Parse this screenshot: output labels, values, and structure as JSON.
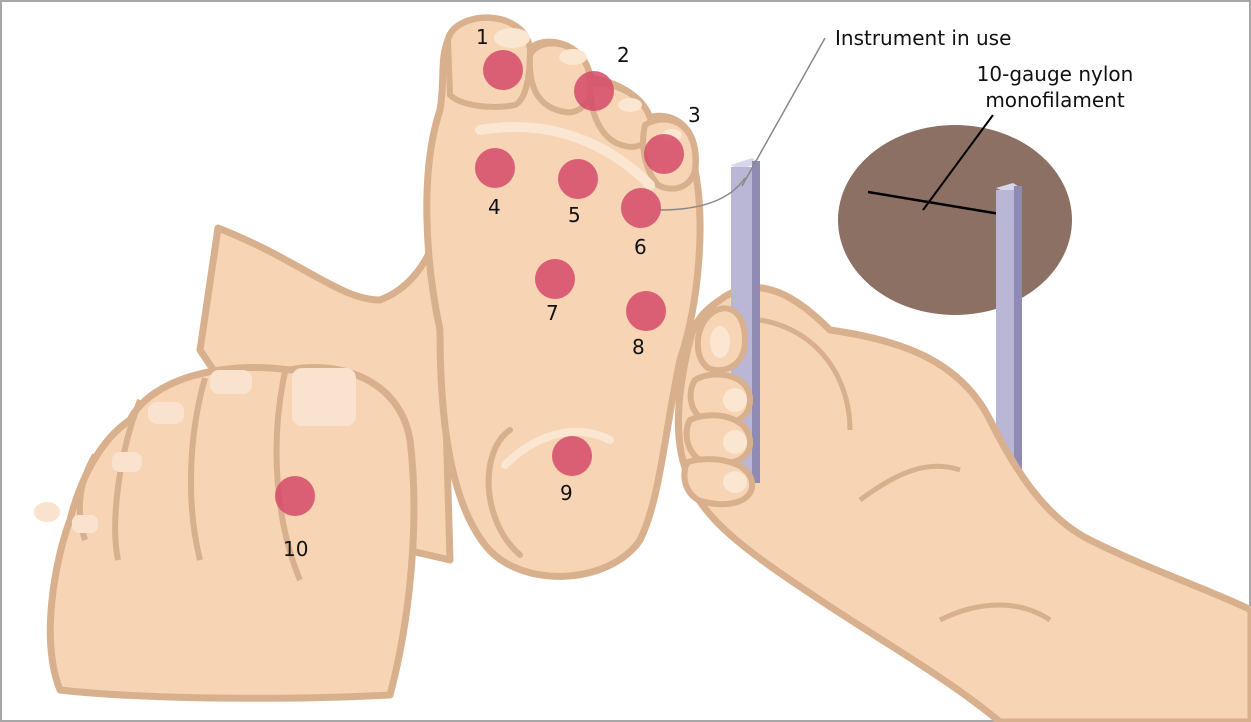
{
  "colors": {
    "skin": "#f6d4b4",
    "skin_outline": "#d9b08d",
    "skin_highlight": "#fbe6d2",
    "nail": "#f9e3cf",
    "test_site": "#d54a68",
    "instrument": "#b9b6d6",
    "instrument_shadow": "#8f8bb4",
    "disc": "#8c7064",
    "filament": "#000000",
    "frame": "#a7a7a7"
  },
  "labels": {
    "instrument_in_use": "Instrument in use",
    "monofilament_line1": "10-gauge nylon",
    "monofilament_line2": "monofilament"
  },
  "test_sites": [
    {
      "id": 1,
      "label": "1"
    },
    {
      "id": 2,
      "label": "2"
    },
    {
      "id": 3,
      "label": "3"
    },
    {
      "id": 4,
      "label": "4"
    },
    {
      "id": 5,
      "label": "5"
    },
    {
      "id": 6,
      "label": "6"
    },
    {
      "id": 7,
      "label": "7"
    },
    {
      "id": 8,
      "label": "8"
    },
    {
      "id": 9,
      "label": "9"
    },
    {
      "id": 10,
      "label": "10"
    }
  ]
}
